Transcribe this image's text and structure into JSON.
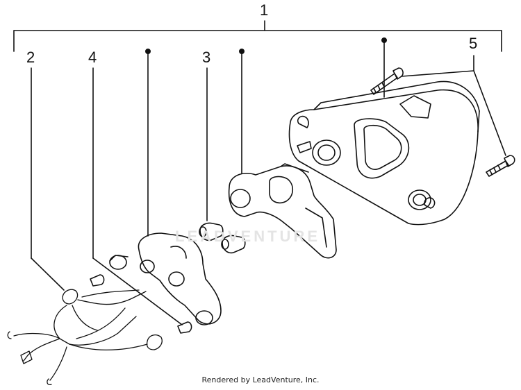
{
  "callouts": {
    "c1": "1",
    "c2": "2",
    "c3": "3",
    "c4": "4",
    "c5": "5"
  },
  "watermark": "LEADVENTURE",
  "credit": "Rendered by LeadVenture, Inc.",
  "colors": {
    "line": "#111111",
    "watermark": "#e4e4e4"
  }
}
